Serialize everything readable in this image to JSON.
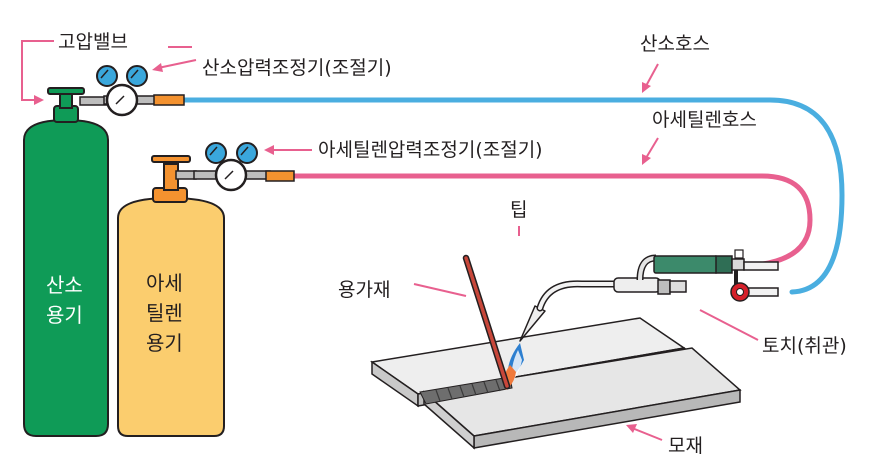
{
  "labels": {
    "high_pressure_valve": "고압밸브",
    "oxygen_regulator": "산소압력조정기(조절기)",
    "oxygen_hose": "산소호스",
    "acetylene_hose": "아세틸렌호스",
    "acetylene_regulator": "아세틸렌압력조정기(조절기)",
    "tip": "팁",
    "filler_rod": "용가재",
    "torch": "토치(취관)",
    "base_metal": "모재",
    "oxygen_cylinder_line1": "산소",
    "oxygen_cylinder_line2": "용기",
    "acetylene_cylinder_line1": "아세",
    "acetylene_cylinder_line2": "틸렌",
    "acetylene_cylinder_line3": "용기"
  },
  "colors": {
    "oxygen_cylinder": "#0f9b57",
    "acetylene_cylinder": "#fbcd6e",
    "oxygen_hose": "#4aaee0",
    "acetylene_hose": "#e8608f",
    "pointer": "#e8608f",
    "regulator_fitting": "#f4922f",
    "gauge_face": "#3aa7dc",
    "torch_valve": "#d6202a",
    "torch_body": "#3c8a6b",
    "plate": "#e2e2e2"
  }
}
